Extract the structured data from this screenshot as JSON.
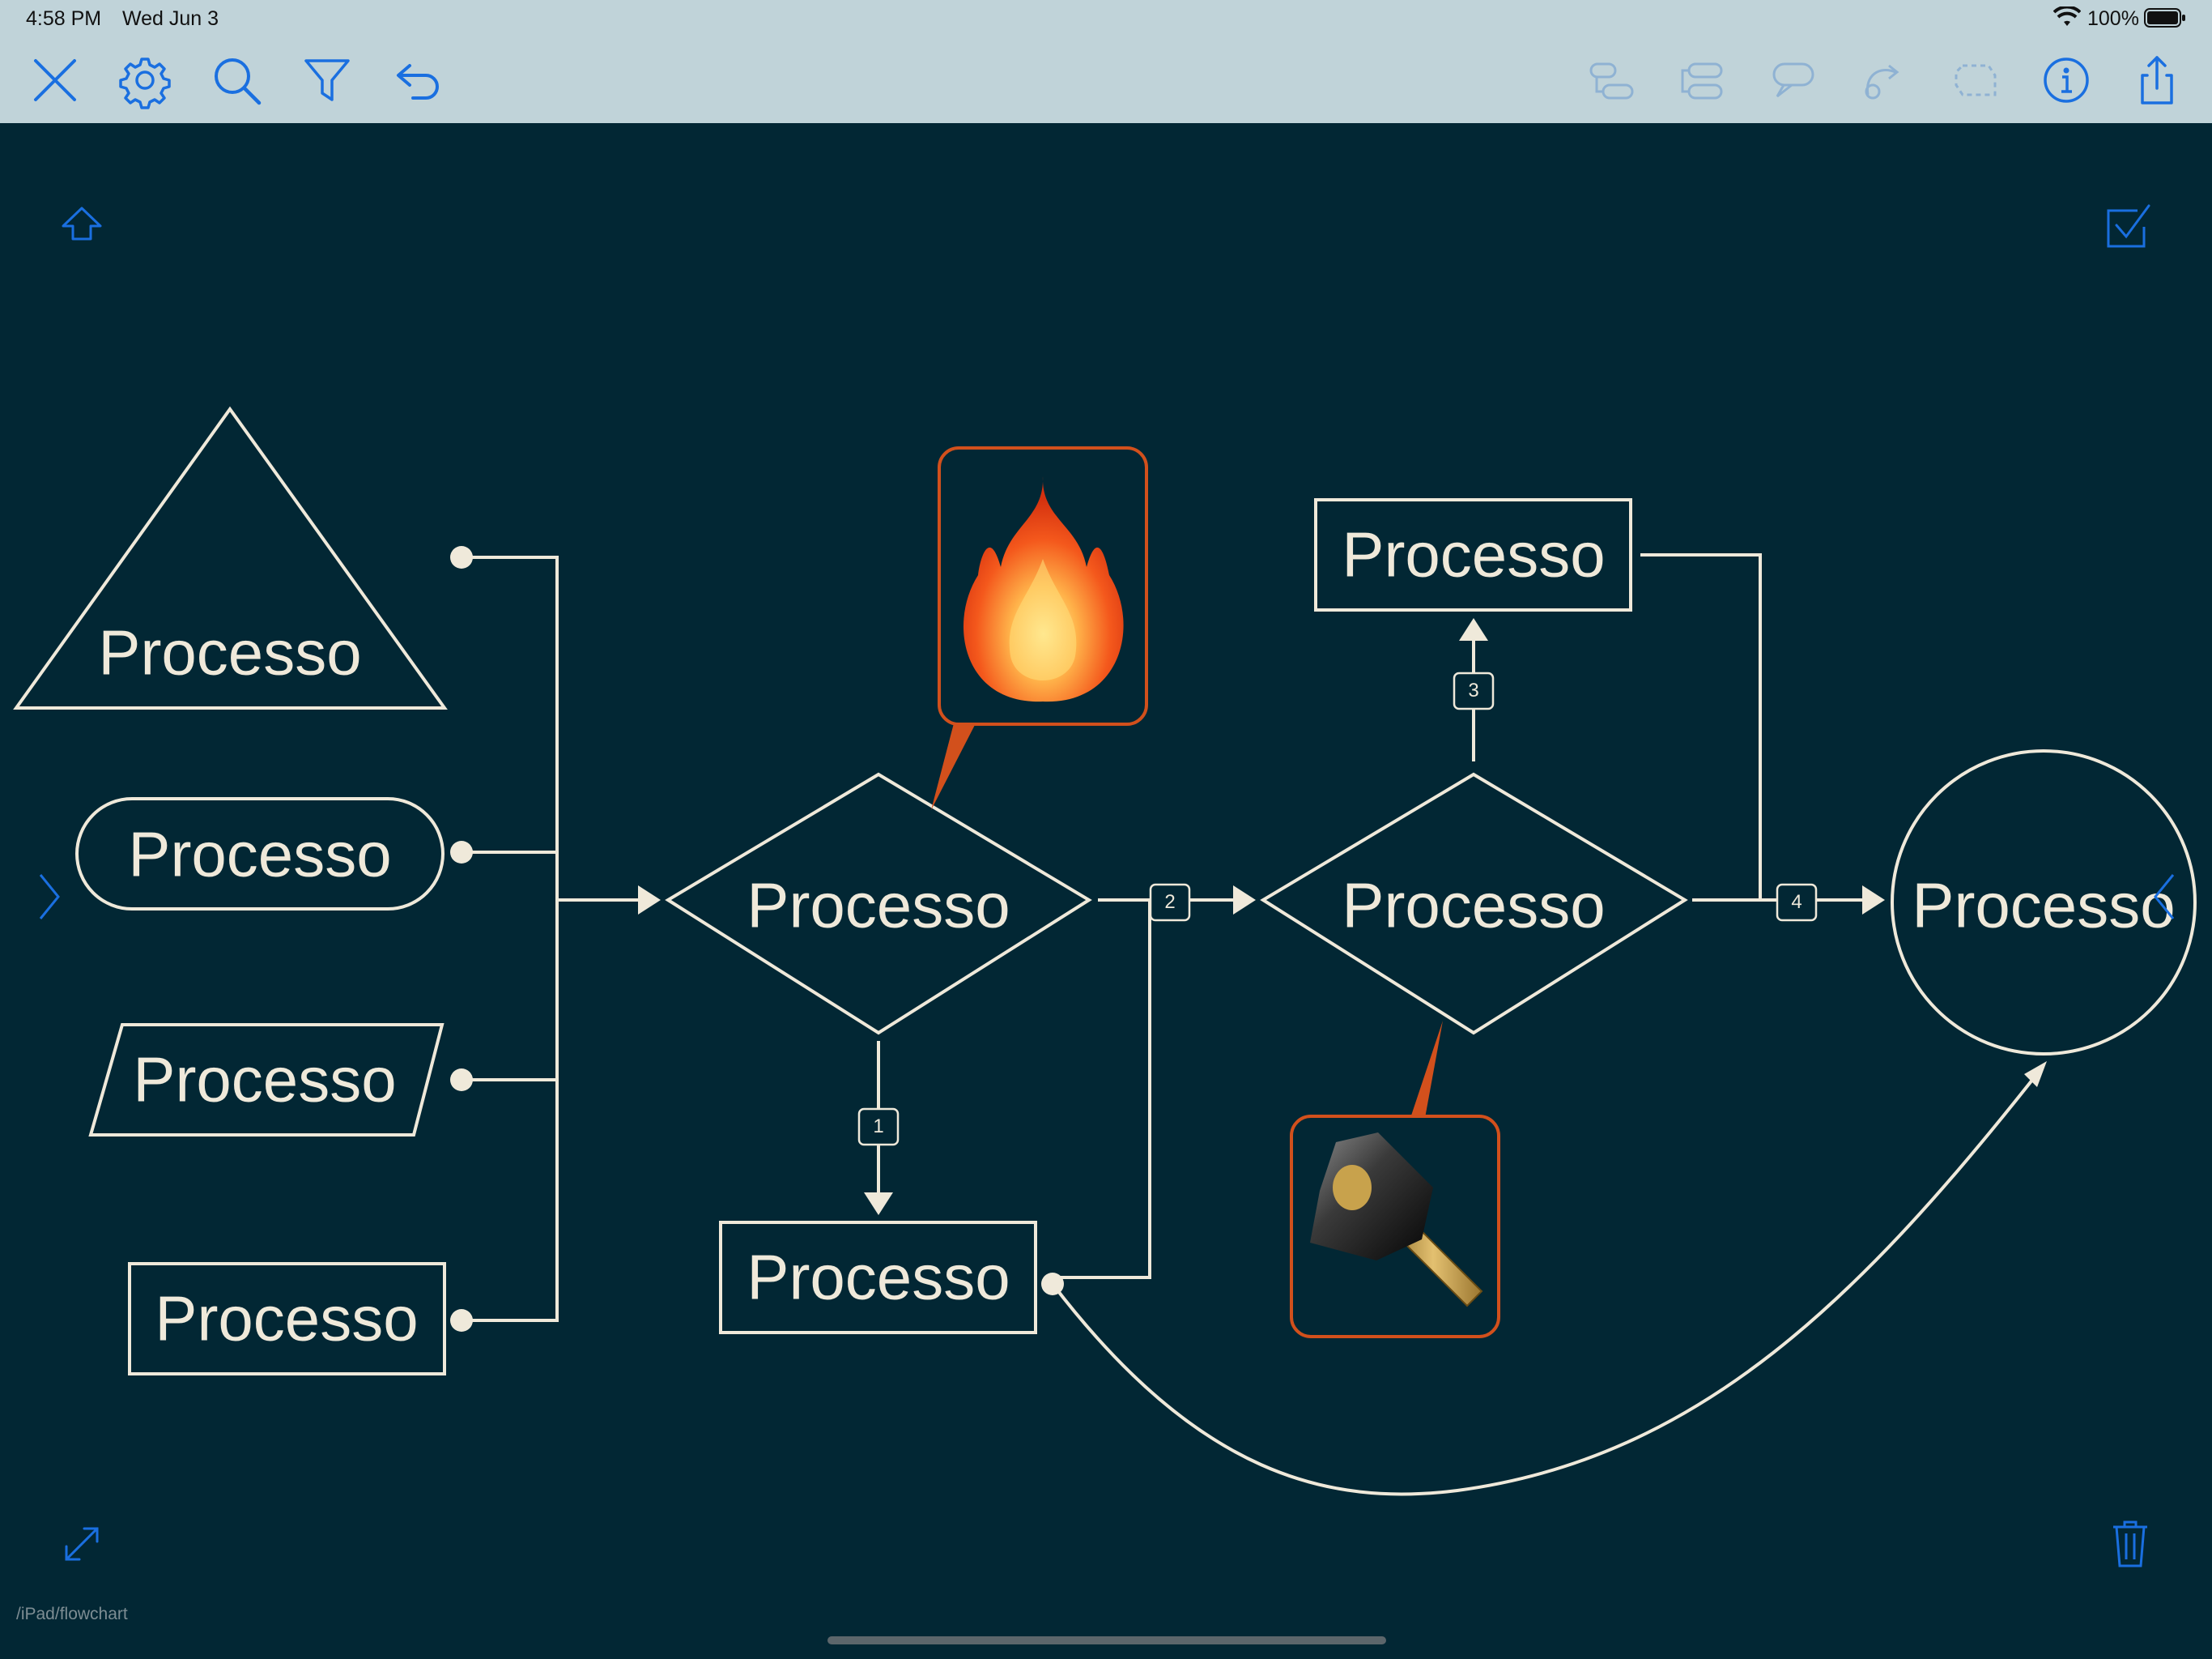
{
  "status_bar": {
    "time": "4:58 PM",
    "date": "Wed Jun 3",
    "battery": "100%"
  },
  "toolbar": {
    "left": [
      {
        "icon": "close-icon",
        "label": "Close"
      },
      {
        "icon": "gear-icon",
        "label": "Settings"
      },
      {
        "icon": "search-icon",
        "label": "Search"
      },
      {
        "icon": "filter-icon",
        "label": "Filter"
      },
      {
        "icon": "undo-icon",
        "label": "Undo"
      }
    ],
    "right": [
      {
        "icon": "add-child-node-icon",
        "label": "Add child"
      },
      {
        "icon": "add-sibling-node-icon",
        "label": "Add sibling"
      },
      {
        "icon": "callout-icon",
        "label": "Callout"
      },
      {
        "icon": "relation-icon",
        "label": "Relation"
      },
      {
        "icon": "boundary-icon",
        "label": "Boundary"
      },
      {
        "icon": "info-icon",
        "label": "Info"
      },
      {
        "icon": "share-icon",
        "label": "Share"
      }
    ]
  },
  "diagram": {
    "nodes": {
      "triangle": "Processo",
      "rounded": "Processo",
      "parallelogram": "Processo",
      "box_left": "Processo",
      "decision_1": "Processo",
      "box_bottom": "Processo",
      "decision_2": "Processo",
      "box_top": "Processo",
      "end_circle": "Processo"
    },
    "connector_labels": [
      "1",
      "2",
      "3",
      "4"
    ],
    "callouts": [
      "fire-icon",
      "hammer-icon"
    ]
  },
  "colors": {
    "background": "#022734",
    "toolbar": "#c0d3d9",
    "accent": "#1a6fe0",
    "stroke": "#efe9da",
    "callout_border": "#d2501c"
  },
  "footer": {
    "path": "/iPad/flowchart"
  }
}
